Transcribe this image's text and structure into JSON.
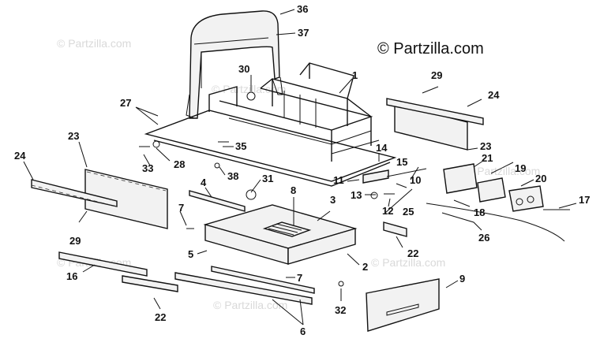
{
  "branding": {
    "main": "© Partzilla.com",
    "watermark": "© Partzilla.com"
  },
  "callouts": {
    "c1": "1",
    "c2": "2",
    "c3": "3",
    "c4": "4",
    "c5": "5",
    "c6": "6",
    "c7a": "7",
    "c7b": "7",
    "c8": "8",
    "c9": "9",
    "c10": "10",
    "c11": "11",
    "c12": "12",
    "c13": "13",
    "c14": "14",
    "c15": "15",
    "c16": "16",
    "c17": "17",
    "c18": "18",
    "c19": "19",
    "c20": "20",
    "c21": "21",
    "c22a": "22",
    "c22b": "22",
    "c23a": "23",
    "c23b": "23",
    "c24a": "24",
    "c24b": "24",
    "c25": "25",
    "c26": "26",
    "c27": "27",
    "c28": "28",
    "c29a": "29",
    "c29b": "29",
    "c30": "30",
    "c31": "31",
    "c32": "32",
    "c33": "33",
    "c35": "35",
    "c36": "36",
    "c37": "37",
    "c38": "38"
  }
}
